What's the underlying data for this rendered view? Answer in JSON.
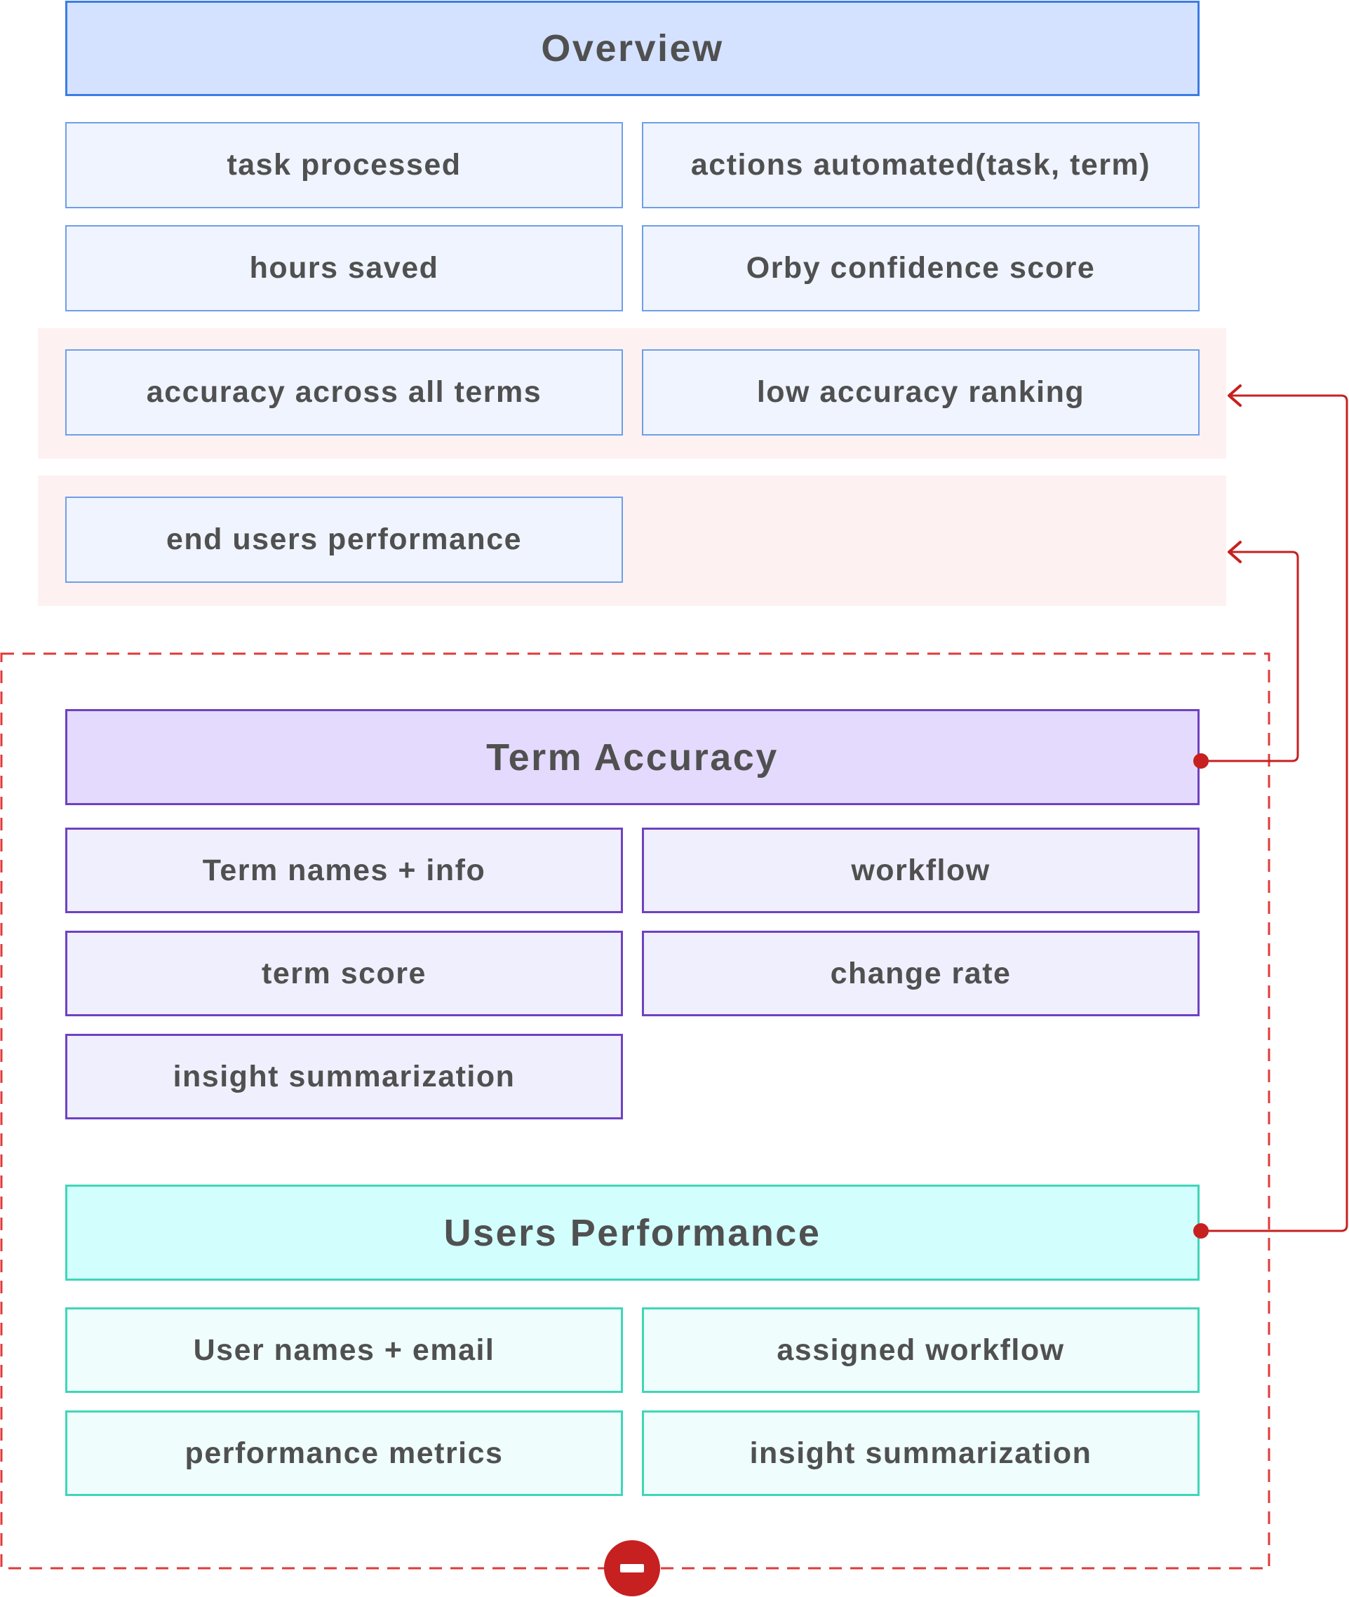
{
  "overview": {
    "title": "Overview",
    "items": [
      "task processed",
      "actions automated(task, term)",
      "hours saved",
      "Orby confidence score"
    ],
    "highlight_row": [
      "accuracy across all terms",
      "low accuracy ranking"
    ],
    "highlight_single": "end users performance"
  },
  "term_accuracy": {
    "title": "Term Accuracy",
    "items": [
      "Term names + info",
      "workflow",
      "term score",
      "change rate",
      "insight summarization"
    ]
  },
  "users_performance": {
    "title": "Users Performance",
    "items": [
      "User names + email",
      "assigned workflow",
      "performance metrics",
      "insight summarization"
    ]
  },
  "colors": {
    "connector": "#c62020",
    "dashed_group": "#e03a3a",
    "highlight_band": "#fef1f1"
  },
  "icons": {
    "remove_group": "minus-circle-icon"
  }
}
